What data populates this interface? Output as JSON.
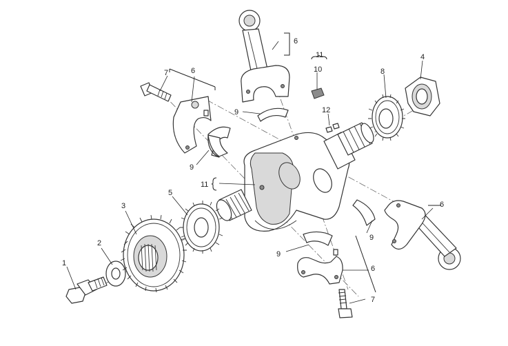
{
  "diagram": {
    "callouts": {
      "c1": "1",
      "c2": "2",
      "c3": "3",
      "c4": "4",
      "c5": "5",
      "c6a": "6",
      "c6b": "6",
      "c6c": "6",
      "c6d": "6",
      "c7a": "7",
      "c7b": "7",
      "c8": "8",
      "c9a": "9",
      "c9b": "9",
      "c9c": "9",
      "c9d": "9",
      "c10": "10",
      "c11a": "11",
      "c11b": "11",
      "c12": "12"
    }
  },
  "colors": {
    "line": "#333333",
    "shade": "#d9d9d9",
    "background": "#ffffff"
  }
}
